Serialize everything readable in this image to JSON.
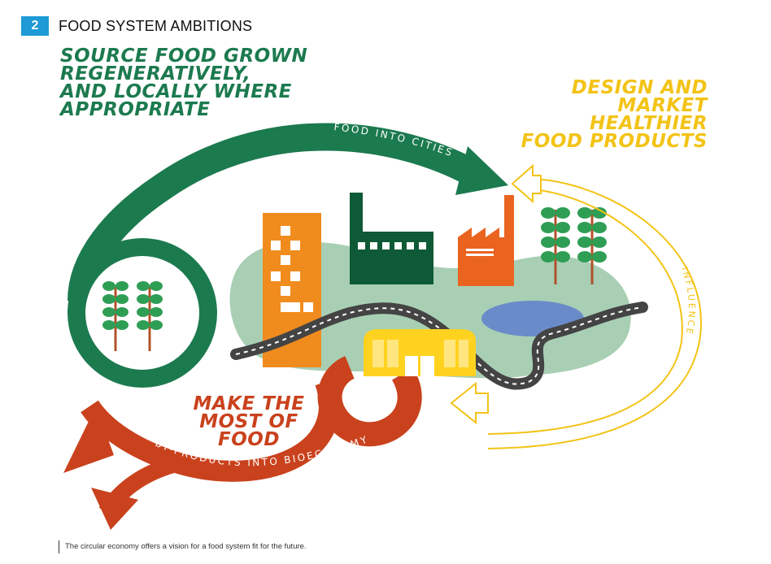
{
  "header": {
    "section_number": "2",
    "section_title": "FOOD SYSTEM AMBITIONS"
  },
  "headings": {
    "source": "SOURCE FOOD GROWN\nREGENERATIVELY,\nAND LOCALLY WHERE\nAPPROPRIATE",
    "design": "DESIGN AND\nMARKET\nHEALTHIER\nFOOD PRODUCTS",
    "make_most": "MAKE THE\nMOST OF\nFOOD"
  },
  "arrow_labels": {
    "food_into_cities": "FOOD INTO CITIES",
    "influence": "INFLUENCE",
    "by_products": "BY-PRODUCTS INTO BIOECONOMY"
  },
  "caption": "The circular economy offers a vision for a food system fit for the future.",
  "colors": {
    "green": "#1c7a4f",
    "yellow": "#f3c316",
    "red": "#c9421d",
    "orange": "#f08c1e",
    "factory_dark": "#0f5a36",
    "factory_orange": "#ea6420",
    "land": "#a8cfb4",
    "lake": "#6a8bc9",
    "road": "#444444",
    "market": "#ffd21f"
  },
  "icons": [
    "tree-icon",
    "office-building-icon",
    "factory-icon",
    "industrial-factory-icon",
    "market-hall-icon",
    "road-icon",
    "lake-icon"
  ]
}
